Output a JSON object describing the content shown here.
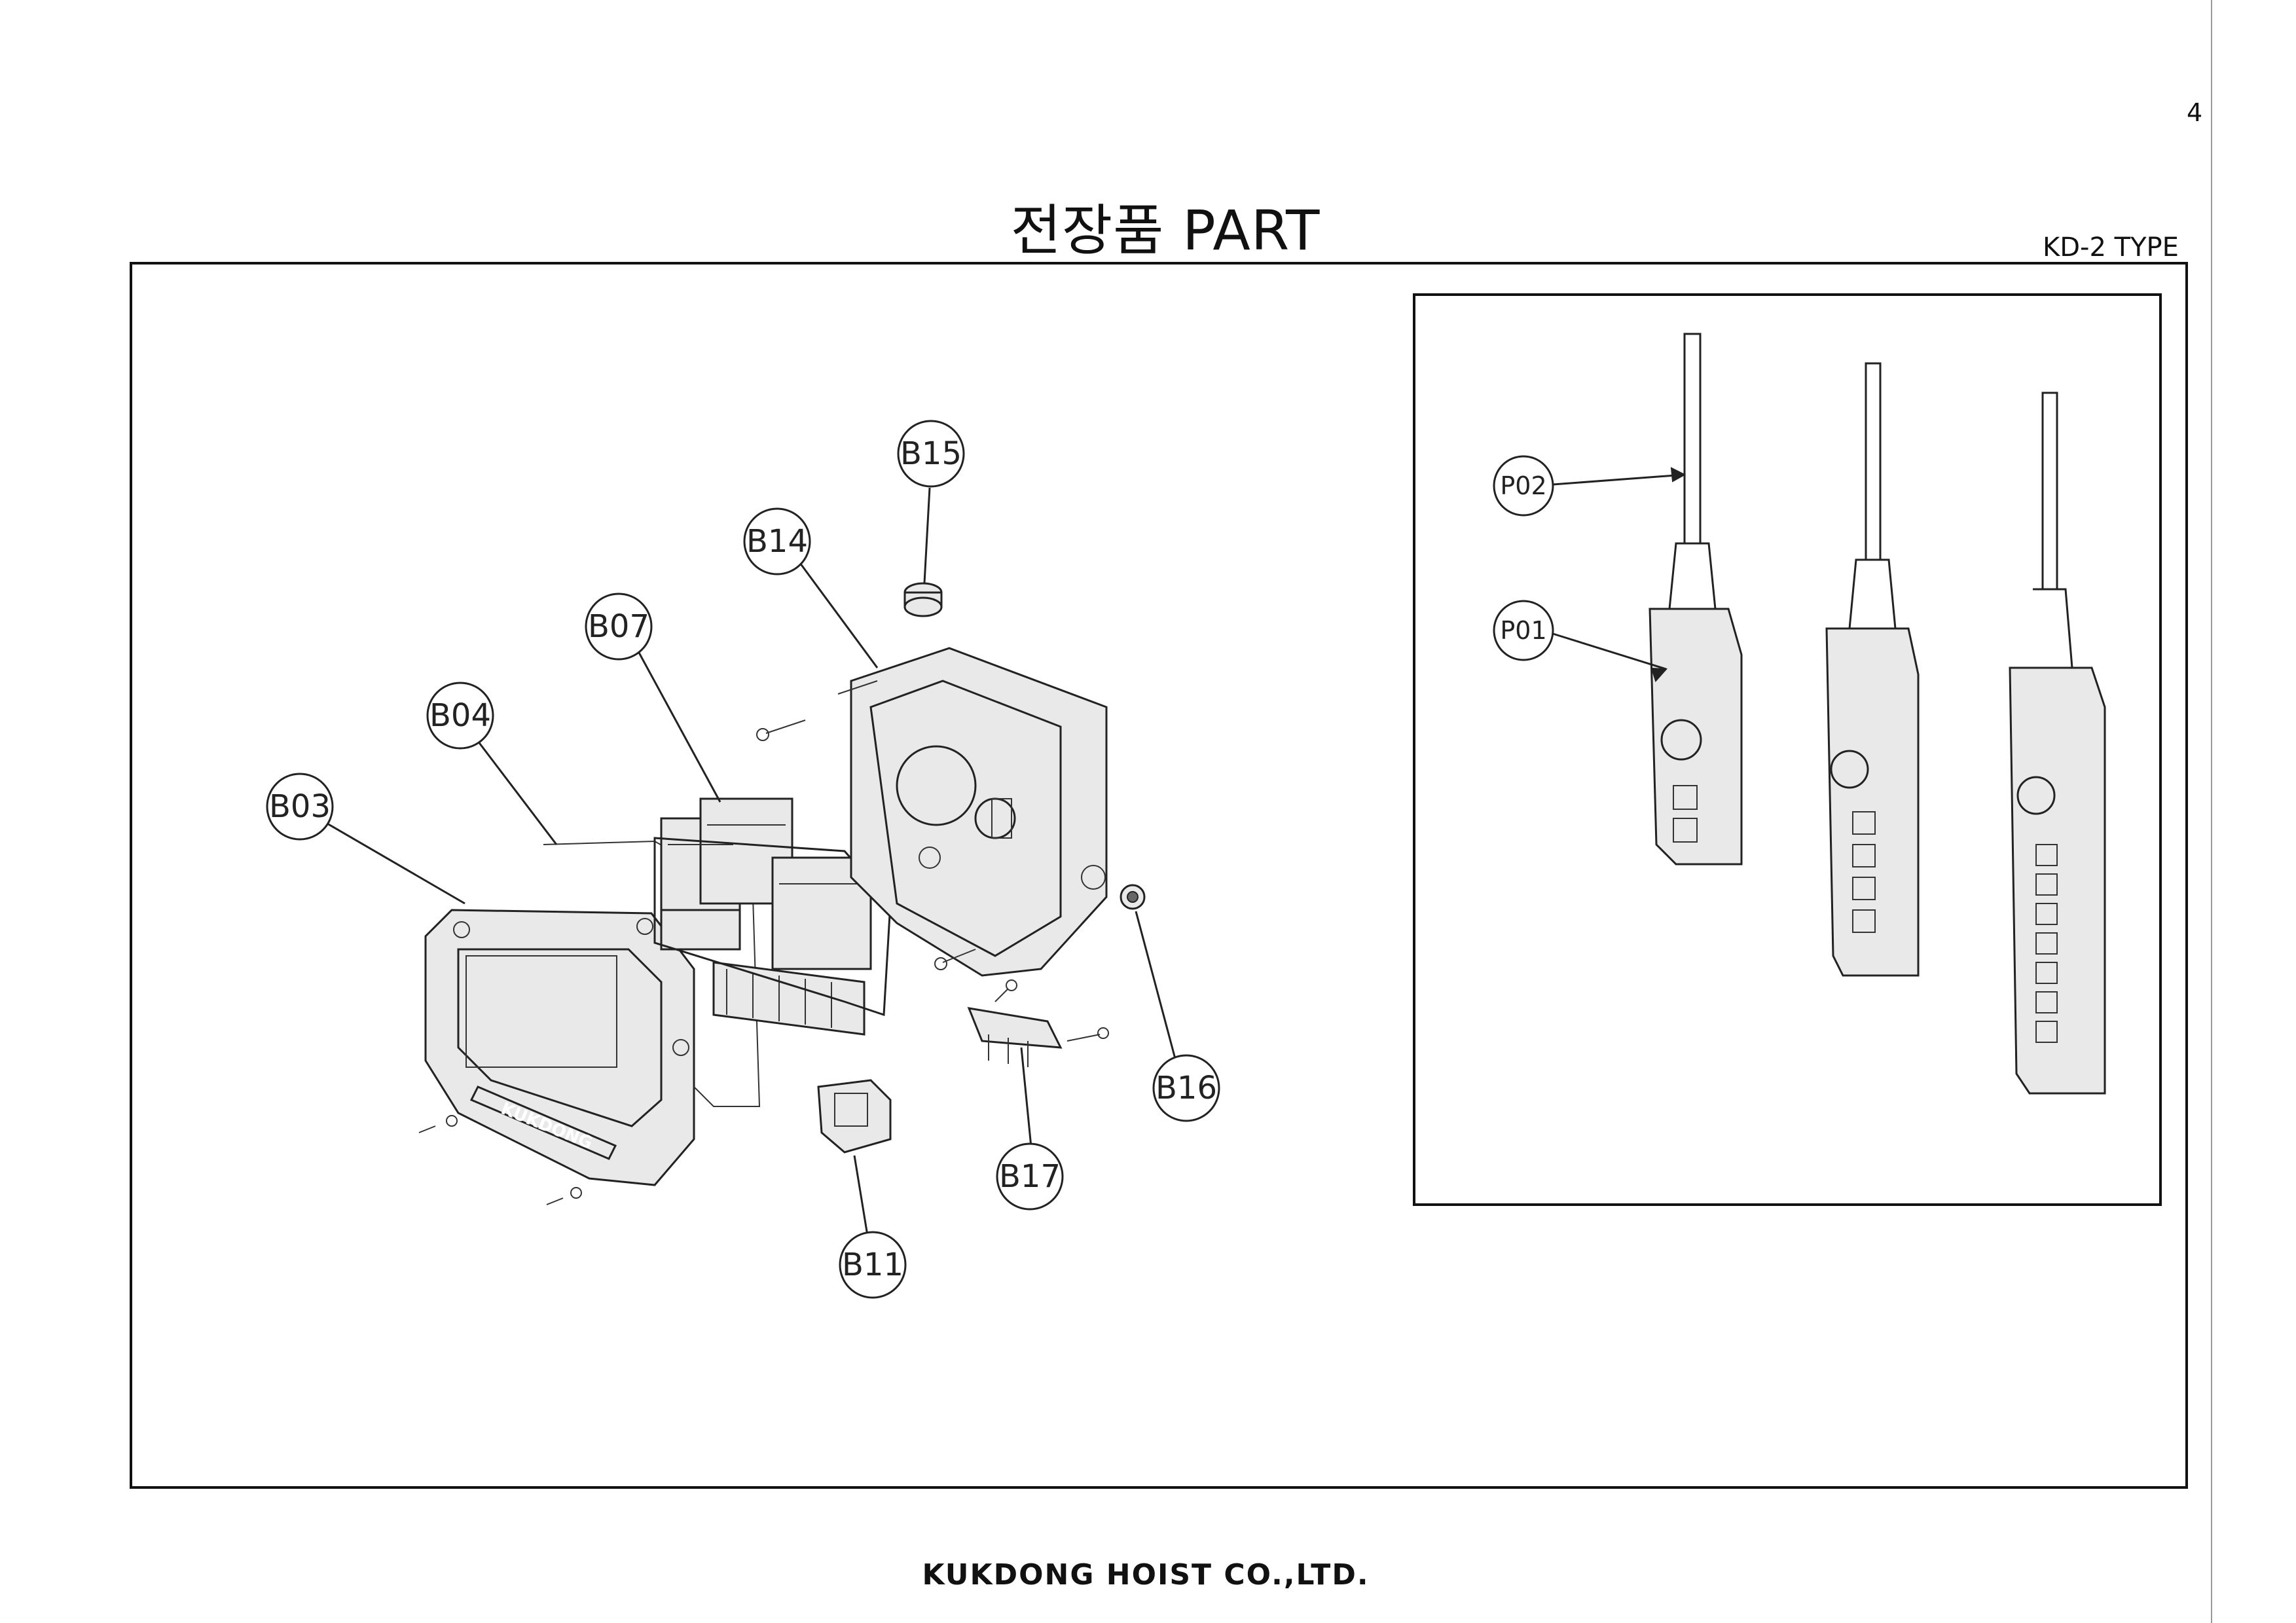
{
  "page_number": "4",
  "title": "전장품 PART",
  "type_label": "KD-2 TYPE",
  "footer": "KUKDONG HOIST CO.,LTD.",
  "callouts": {
    "B03": "B03",
    "B04": "B04",
    "B07": "B07",
    "B11": "B11",
    "B14": "B14",
    "B15": "B15",
    "B16": "B16",
    "B17": "B17",
    "P01": "P01",
    "P02": "P02"
  },
  "cover_logo_text": "KUKDONG"
}
